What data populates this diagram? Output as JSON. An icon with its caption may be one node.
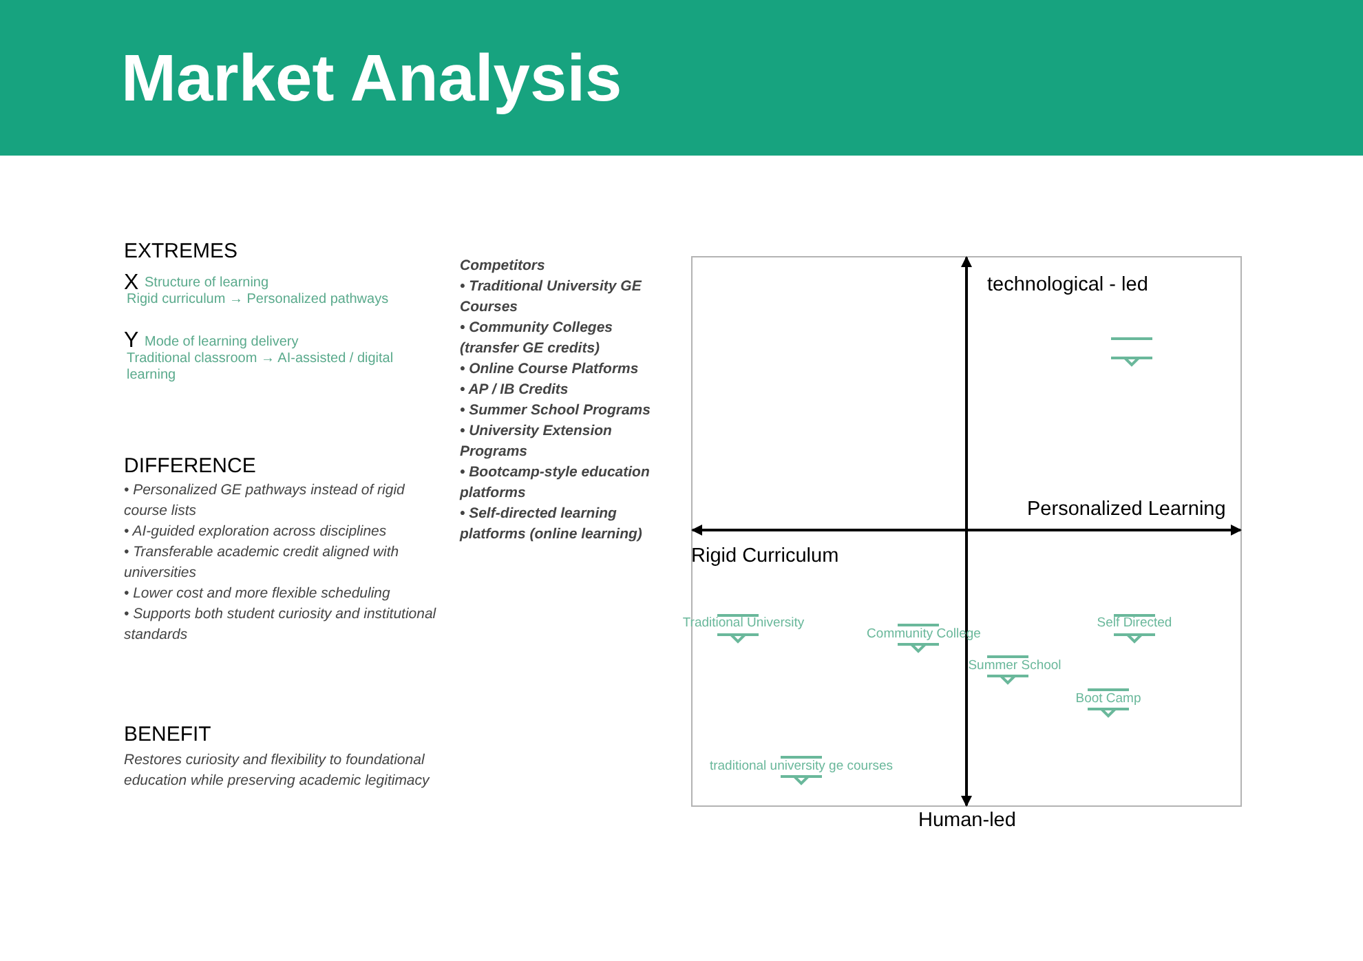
{
  "diagram": {
    "title": "Market Analysis",
    "labels": [
      "EXTREMES",
      "X",
      "Structure of learning",
      "Rigid curriculum → Personalized pathways",
      "Y",
      "Mode of learning delivery",
      "Traditional classroom → AI-assisted / digital learning",
      "DIFFERENCE",
      "• Personalized GE pathways instead of rigid course lists",
      "• AI-guided exploration across disciplines",
      "• Transferable academic credit aligned with universities",
      "• Lower cost and more flexible scheduling",
      "• Supports both student curiosity and institutional standards",
      "BENEFIT",
      "Restores curiosity and flexibility to foundational education while preserving academic legitimacy",
      "Competitors",
      "• Traditional University GE Courses",
      "• Community Colleges (transfer GE credits)",
      "• Online Course Platforms",
      "• AP / IB Credits",
      "• Summer School Programs",
      "• University Extension Programs",
      "• Bootcamp-style education platforms",
      "• Self-directed learning platforms (online learning)",
      "technological - led",
      "Personalized Learning",
      "Rigid Curriculum",
      "Traditional University",
      "Community College",
      "Self Directed",
      "Summer School",
      "Boot Camp",
      "traditional university ge courses",
      "Human-led"
    ]
  }
}
